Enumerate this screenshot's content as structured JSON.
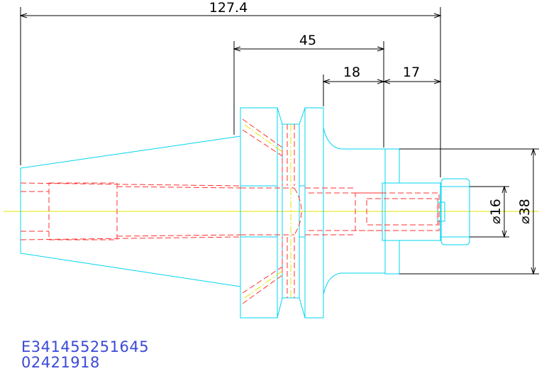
{
  "colors": {
    "outline": "#00d4f0",
    "hidden": "#ff3030",
    "centerline": "#e6e600",
    "dimension": "#000000",
    "code_text": "#3a49d8"
  },
  "dimensions": {
    "overall_length": "127.4",
    "flange_to_end": "45",
    "body_length": "18",
    "nose_length": "17",
    "bore_diameter": "⌀16",
    "nose_diameter": "⌀38"
  },
  "codes": {
    "part_number": "E341455251645",
    "drawing_number": "02421918"
  }
}
